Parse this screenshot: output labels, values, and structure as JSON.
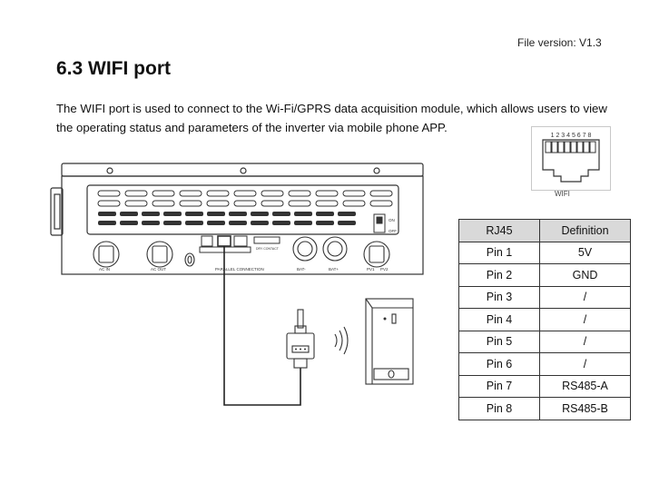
{
  "header": {
    "file_version": "File version: V1.3"
  },
  "section": {
    "title": "6.3 WIFI port"
  },
  "description": "The WIFI port is used to connect to the Wi-Fi/GPRS data acquisition module, which allows users to view the operating status and parameters of the inverter via mobile phone APP.",
  "wifi_port_figure": {
    "pin_numbers": "1 2 3 4 5 6 7 8",
    "label": "WIFI"
  },
  "inverter_labels": {
    "ac_in": "AC IN",
    "ac_out": "AC OUT",
    "parallel_connection": "PARALLEL CONNECTION",
    "dry_contact": "DRY CONTACT",
    "bat_minus": "BAT-",
    "bat_plus": "BAT+",
    "pv1": "PV1",
    "pv2": "PV2",
    "on": "ON",
    "off": "OFF"
  },
  "pin_table": {
    "headers": [
      "RJ45",
      "Definition"
    ],
    "rows": [
      [
        "Pin 1",
        "5V"
      ],
      [
        "Pin 2",
        "GND"
      ],
      [
        "Pin 3",
        "/"
      ],
      [
        "Pin 4",
        "/"
      ],
      [
        "Pin 5",
        "/"
      ],
      [
        "Pin 6",
        "/"
      ],
      [
        "Pin 7",
        "RS485-A"
      ],
      [
        "Pin 8",
        "RS485-B"
      ]
    ]
  }
}
